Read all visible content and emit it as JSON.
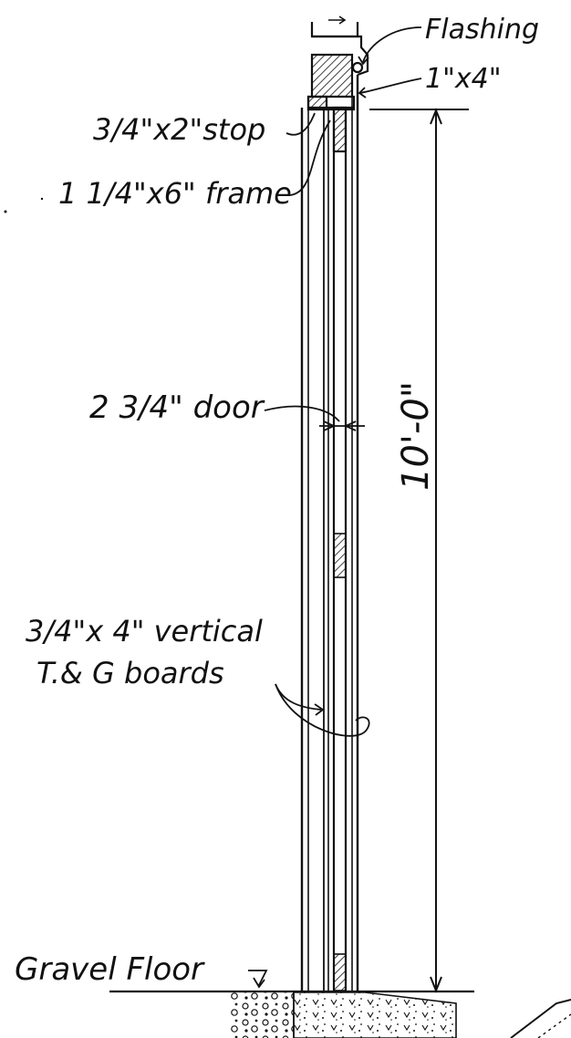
{
  "labels": {
    "flashing": "Flashing",
    "top_board": "1\"x4\"",
    "stop": "3/4\"x2\"stop",
    "frame": "1 1/4\"x6\" frame",
    "door": "2 3/4\" door",
    "boards_line1": "3/4\"x 4\" vertical",
    "boards_line2": "T.& G boards",
    "floor": "Gravel Floor",
    "height": "10'-0\""
  },
  "colors": {
    "ink": "#111111",
    "paper": "#ffffff"
  }
}
